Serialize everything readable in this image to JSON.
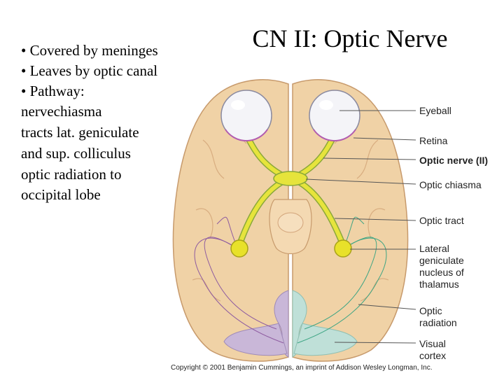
{
  "slide": {
    "title": "CN II: Optic Nerve",
    "bullets": {
      "covered": "• Covered by meninges",
      "leaves": "• Leaves by optic canal",
      "pathway": "• Pathway:",
      "p1a": "nerve",
      "p1b": "chiasma",
      "p2a": "tracts",
      "p2b": "lat. geniculate",
      "p3a": "and sup. colliculus",
      "p4": "optic radiation to",
      "p5": "occipital lobe",
      "arrow": ""
    }
  },
  "figure": {
    "labels": {
      "eyeball": "Eyeball",
      "retina": "Retina",
      "optic_nerve": "Optic nerve (II)",
      "optic_chiasma": "Optic chiasma",
      "optic_tract": "Optic tract",
      "lgn1": "Lateral",
      "lgn2": "geniculate",
      "lgn3": "nucleus of",
      "lgn4": "thalamus",
      "radiation1": "Optic",
      "radiation2": "radiation",
      "cortex1": "Visual",
      "cortex2": "cortex"
    },
    "copyright": "Copyright © 2001 Benjamin Cummings, an imprint of Addison Wesley Longman, Inc."
  }
}
